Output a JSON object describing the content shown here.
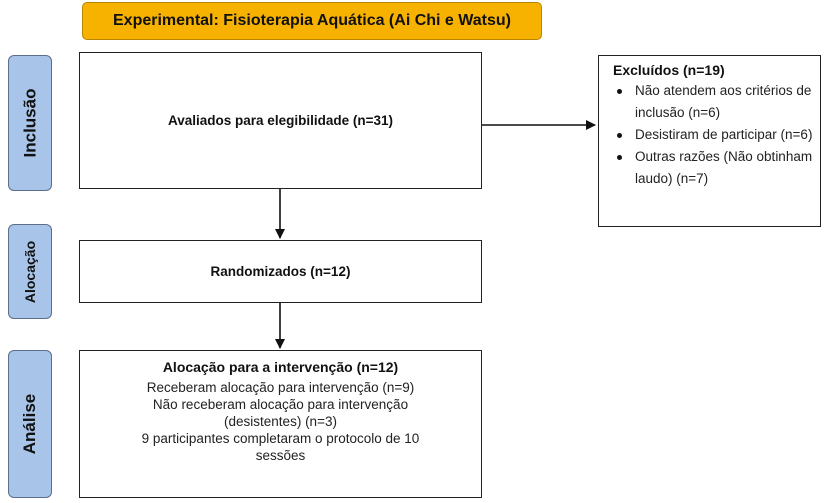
{
  "title": "Experimental: Fisioterapia Aquática (Ai Chi e Watsu)",
  "sides": {
    "inclusao": "Inclusão",
    "alocacao": "Alocação",
    "analise": "Análise"
  },
  "eligibility": "Avaliados para elegibilidade (n=31)",
  "randomized": "Randomizados (n=12)",
  "excluded": {
    "title": "Excluídos (n=19)",
    "items": [
      "Não atendem aos critérios de inclusão (n=6)",
      "Desistiram de participar (n=6)",
      "Outras razões (Não obtinham laudo) (n=7)"
    ]
  },
  "allocation": {
    "head": "Alocação para a intervenção (n=12)",
    "lines": [
      "Receberam alocação para intervenção (n=9)",
      "Não receberam alocação para intervenção (desistentes) (n=3)",
      "9 participantes completaram o protocolo de 10 sessões"
    ]
  },
  "colors": {
    "title_fill": "#f7b200",
    "side_tab_fill": "#a8c4e8"
  }
}
